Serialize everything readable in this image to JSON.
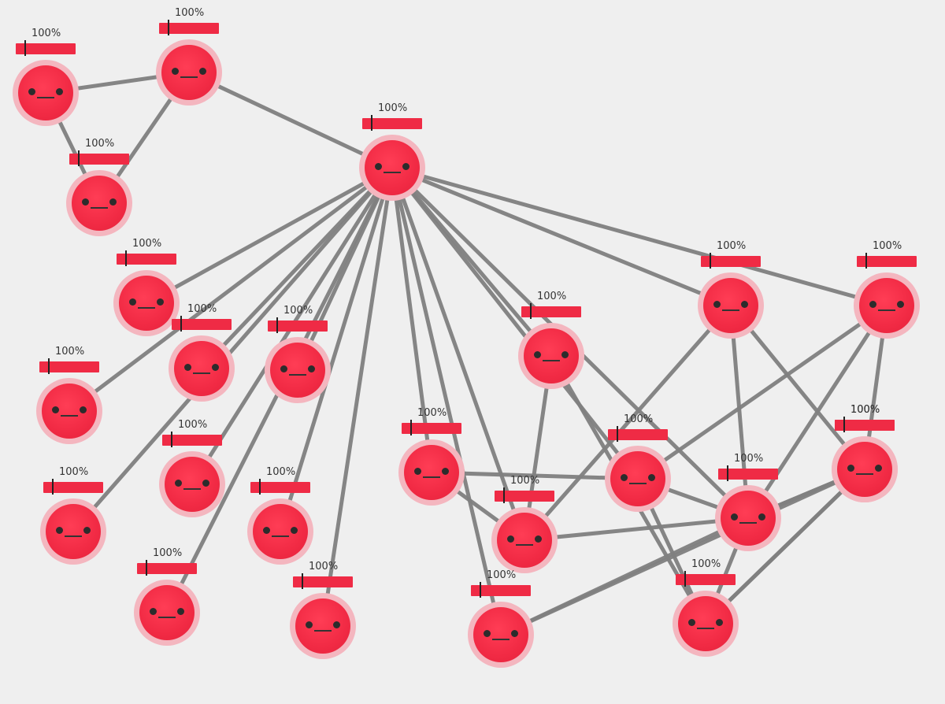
{
  "colors": {
    "background": "#efefef",
    "node_fill": "#f12a44",
    "node_halo": "#f4b6bf",
    "health_bar": "#ef2b45",
    "edge": "#808080"
  },
  "icons": {
    "node": "smiley-face-icon",
    "eye": "eye-icon",
    "mouth": "mouth-icon"
  },
  "nodes": [
    {
      "label": "100%",
      "health": 1.0
    },
    {
      "label": "100%",
      "health": 1.0
    },
    {
      "label": "100%",
      "health": 1.0
    },
    {
      "label": "100%",
      "health": 1.0
    },
    {
      "label": "100%",
      "health": 1.0
    },
    {
      "label": "100%",
      "health": 1.0
    },
    {
      "label": "100%",
      "health": 1.0
    },
    {
      "label": "100%",
      "health": 1.0
    },
    {
      "label": "100%",
      "health": 1.0
    },
    {
      "label": "100%",
      "health": 1.0
    },
    {
      "label": "100%",
      "health": 1.0
    },
    {
      "label": "100%",
      "health": 1.0
    },
    {
      "label": "100%",
      "health": 1.0
    },
    {
      "label": "100%",
      "health": 1.0
    },
    {
      "label": "100%",
      "health": 1.0
    },
    {
      "label": "100%",
      "health": 1.0
    },
    {
      "label": "100%",
      "health": 1.0
    },
    {
      "label": "100%",
      "health": 1.0
    },
    {
      "label": "100%",
      "health": 1.0
    },
    {
      "label": "100%",
      "health": 1.0
    },
    {
      "label": "100%",
      "health": 1.0
    },
    {
      "label": "100%",
      "health": 1.0
    },
    {
      "label": "100%",
      "health": 1.0
    },
    {
      "label": "100%",
      "health": 1.0
    }
  ],
  "edges": [
    [
      0,
      1
    ],
    [
      0,
      2
    ],
    [
      1,
      2
    ],
    [
      1,
      3
    ],
    [
      3,
      4
    ],
    [
      3,
      5
    ],
    [
      3,
      6
    ],
    [
      3,
      7
    ],
    [
      3,
      8
    ],
    [
      3,
      9
    ],
    [
      3,
      10
    ],
    [
      3,
      11
    ],
    [
      3,
      12
    ],
    [
      3,
      13
    ],
    [
      3,
      14
    ],
    [
      3,
      15
    ],
    [
      3,
      16
    ],
    [
      3,
      17
    ],
    [
      3,
      18
    ],
    [
      3,
      19
    ],
    [
      3,
      20
    ],
    [
      15,
      16
    ],
    [
      15,
      19
    ],
    [
      14,
      16
    ],
    [
      14,
      22
    ],
    [
      15,
      23
    ],
    [
      16,
      13
    ],
    [
      16,
      19
    ],
    [
      17,
      13
    ],
    [
      17,
      19
    ],
    [
      17,
      22
    ],
    [
      17,
      20
    ],
    [
      18,
      19
    ],
    [
      18,
      21
    ],
    [
      19,
      21
    ],
    [
      19,
      20
    ],
    [
      19,
      23
    ],
    [
      19,
      22
    ],
    [
      20,
      21
    ],
    [
      21,
      22
    ],
    [
      21,
      23
    ],
    [
      22,
      23
    ]
  ]
}
